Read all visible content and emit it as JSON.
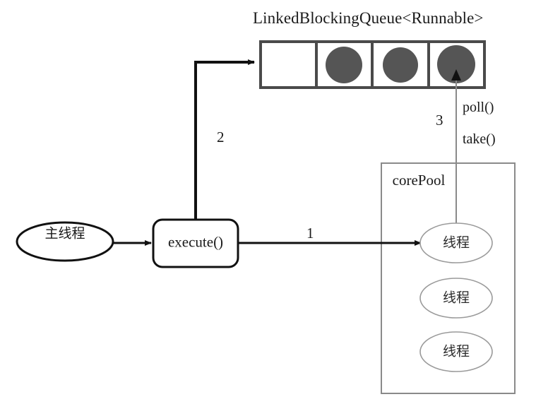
{
  "diagram": {
    "title_text": "LinkedBlockingQueue<Runnable>",
    "colors": {
      "stroke_dark": "#3a3a3a",
      "stroke_black": "#111111",
      "task_circle_fill": "#555555",
      "thin_gray": "#888888",
      "background": "#ffffff"
    },
    "queue": {
      "name": "LinkedBlockingQueue<Runnable>",
      "cells": [
        {
          "index": 0,
          "occupied": false,
          "task_label": ""
        },
        {
          "index": 1,
          "occupied": true,
          "task_label": ""
        },
        {
          "index": 2,
          "occupied": true,
          "task_label": ""
        },
        {
          "index": 3,
          "occupied": true,
          "task_label": ""
        }
      ]
    },
    "main_thread": {
      "label": "主线程"
    },
    "execute_box": {
      "label": "execute()"
    },
    "core_pool": {
      "label": "corePool",
      "threads": [
        {
          "label": "线程"
        },
        {
          "label": "线程"
        },
        {
          "label": "线程"
        }
      ]
    },
    "flows": [
      {
        "id": "1",
        "step_label": "1",
        "from": "execute()",
        "to": "线程",
        "note": ""
      },
      {
        "id": "2",
        "step_label": "2",
        "from": "execute()",
        "to": "LinkedBlockingQueue<Runnable>",
        "note": ""
      },
      {
        "id": "3",
        "step_label": "3",
        "from": "线程",
        "to": "LinkedBlockingQueue<Runnable>",
        "note": "poll() / take()"
      }
    ],
    "annotations": {
      "poll": "poll()",
      "take": "take()"
    }
  }
}
